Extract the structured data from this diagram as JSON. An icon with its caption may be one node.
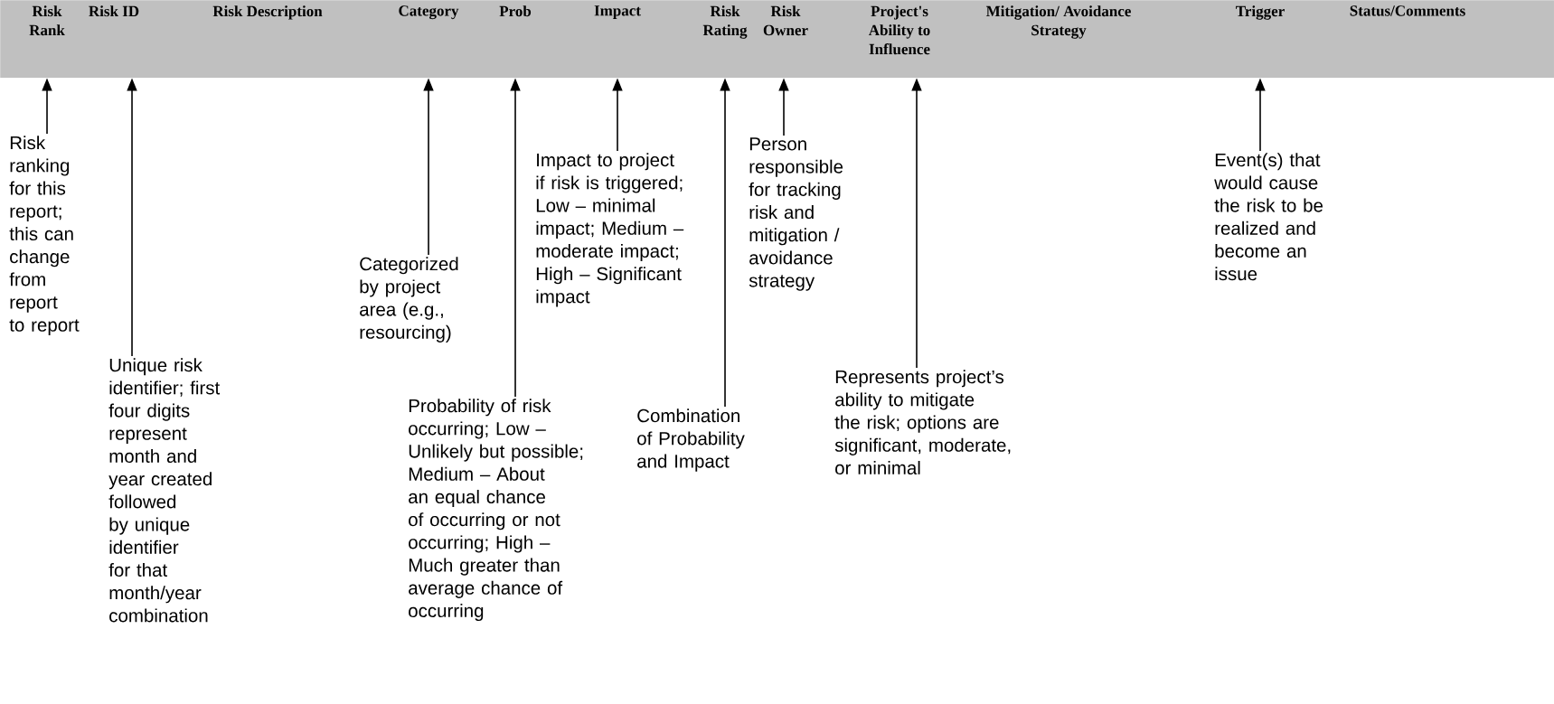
{
  "diagram": {
    "nodes": [
      {
        "text": [],
        "shape": "bar"
      },
      {
        "text": [
          "Risk Rank"
        ],
        "in": 0
      },
      {
        "text": [
          "Risk ID"
        ],
        "in": 0
      },
      {
        "text": [
          "Risk Description"
        ],
        "in": 0
      },
      {
        "text": [
          "Category"
        ],
        "in": 0
      },
      {
        "text": [
          "Prob"
        ],
        "in": 0
      },
      {
        "text": [
          "Impact"
        ],
        "in": 0
      },
      {
        "text": [
          "Risk Rating"
        ],
        "in": 0
      },
      {
        "text": [
          "Risk Owner"
        ],
        "in": 0
      },
      {
        "text": [
          "Project's Ability to Influence"
        ],
        "in": 0
      },
      {
        "text": [
          "Mitigation/ Avoidance Strategy"
        ],
        "in": 0
      },
      {
        "text": [
          "Trigger"
        ],
        "in": 0
      },
      {
        "text": [
          "Status/Comments"
        ],
        "in": 0
      },
      {
        "text": [
          "Risk ranking for this report; this can change from report to report"
        ]
      },
      {
        "text": [
          "Unique risk identifier; first four digits represent month and year created followed by unique identifier for that month/year combination"
        ]
      },
      {
        "text": [
          "Categorized by project area (e.g., resourcing)"
        ]
      },
      {
        "text": [
          "Probability of risk occurring; Low – Unlikely but possible; Medium – About an equal chance of occurring or not occurring; High – Much greater than average chance of occurring"
        ]
      },
      {
        "text": [
          "Impact to project if risk is triggered; Low – minimal impact; Medium – moderate impact; High – Significant impact"
        ]
      },
      {
        "text": [
          "Combination of Probability and Impact"
        ]
      },
      {
        "text": [
          "Person responsible for tracking risk and mitigation / avoidance strategy"
        ]
      },
      {
        "text": [
          "Represents project’s ability to mitigate the risk; options are significant, moderate, or minimal"
        ]
      },
      {
        "text": [
          "Event(s) that would cause the risk to be realized and become an issue"
        ]
      }
    ],
    "edges": [
      {
        "from": 13,
        "to": 1,
        "arrow": "to"
      },
      {
        "from": 14,
        "to": 2,
        "arrow": "to"
      },
      {
        "from": 15,
        "to": 4,
        "arrow": "to"
      },
      {
        "from": 16,
        "to": 5,
        "arrow": "to"
      },
      {
        "from": 17,
        "to": 6,
        "arrow": "to"
      },
      {
        "from": 18,
        "to": 7,
        "arrow": "to"
      },
      {
        "from": 19,
        "to": 8,
        "arrow": "to"
      },
      {
        "from": 20,
        "to": 9,
        "arrow": "to"
      },
      {
        "from": 21,
        "to": 11,
        "arrow": "to"
      }
    ]
  }
}
